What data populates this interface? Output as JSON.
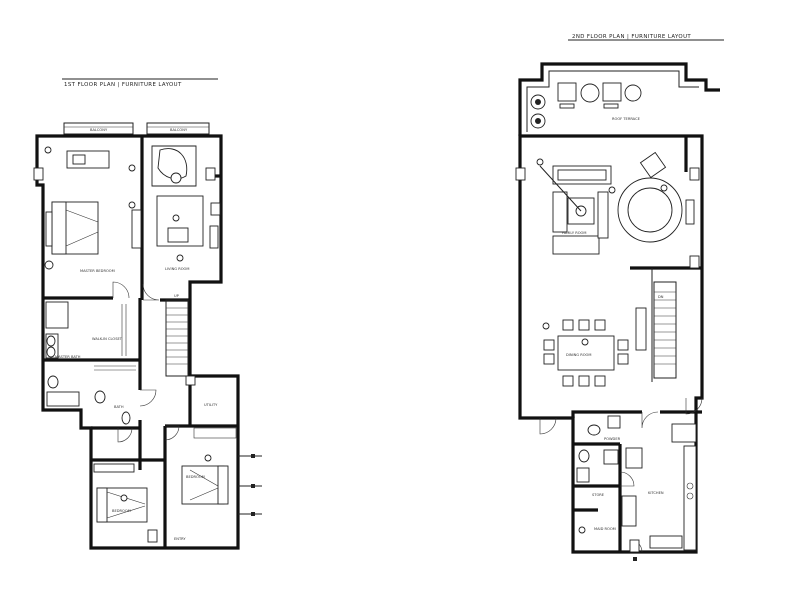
{
  "titles": {
    "left": "1ST FLOOR PLAN | FURNITURE LAYOUT",
    "right": "2ND FLOOR PLAN | FURNITURE LAYOUT"
  },
  "left_plan": {
    "rooms": {
      "balcony_1": "BALCONY",
      "balcony_2": "BALCONY",
      "living": "LIVING ROOM",
      "master_bed": "MASTER BEDROOM",
      "wardrobe": "WALK-IN CLOSET",
      "master_bath": "MASTER BATH",
      "bath": "BATH",
      "stair": "UP",
      "utility": "UTILITY",
      "bedroom_2": "BEDROOM",
      "bedroom_3": "BEDROOM",
      "entry": "ENTRY"
    }
  },
  "right_plan": {
    "rooms": {
      "terrace": "ROOF TERRACE",
      "family": "FAMILY ROOM",
      "dining": "DINING ROOM",
      "stair": "DN",
      "powder": "POWDER",
      "kitchen": "KITCHEN",
      "store": "STORE",
      "maid": "MAID ROOM"
    }
  },
  "colors": {
    "ink": "#111111",
    "paper": "#ffffff"
  }
}
